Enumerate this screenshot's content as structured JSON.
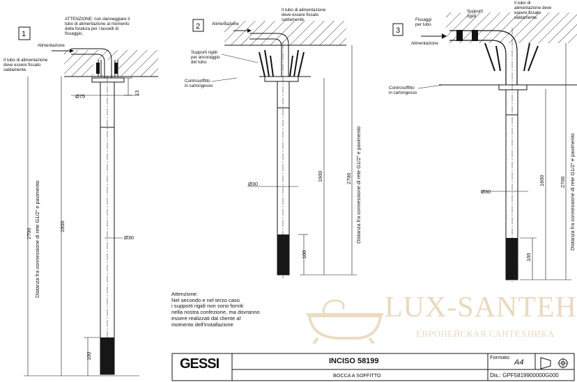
{
  "figures": [
    {
      "number": "1",
      "attention": "ATTENZIONE: non danneggiare il\ntubo di alimentazione al momento\ndella foratura per i tasselli di\nfissaggio.",
      "supply_label": "Alimentazione",
      "supply_note": "Il tubo di alimentazione\ndeve essere fissato\nsaldamente.",
      "dim_flange_dia": "75",
      "dim_flange_h": "13",
      "dim_pipe_dia": "30",
      "dim_length": "1600",
      "dim_total": "2700",
      "dim_bottom": "100",
      "vertical_label": "Distanza fra connessione di rete G1/2\" e pavimento"
    },
    {
      "number": "2",
      "supply_label": "Alimentazione",
      "supply_note": "Il tubo di alimentazione\ndeve essere fissato\nsaldamente.",
      "supports_label": "Supporti rigidi\nper ancoraggio\ndel tubo.",
      "ceiling_label": "Controsoffitto\nin cartongesso",
      "dim_pipe_dia": "30",
      "dim_length": "1600",
      "dim_total": "2700",
      "dim_bottom": "100",
      "vertical_label": "Distanza fra connessione di rete G1/2\" e pavimento"
    },
    {
      "number": "3",
      "fixings_label": "Fissaggi\nper tubo",
      "supports_label": "Supporti\nrigidi",
      "supply_label": "Alimentazione",
      "supply_note": "Il tubo di\nalimentazione deve\nessere fissato\nsaldamente.",
      "ceiling_label": "Controsoffitto\nin cartongesso",
      "dim_pipe_dia": "30",
      "dim_length": "1600",
      "dim_total": "2700",
      "dim_bottom": "100",
      "vertical_label": "Distanza fra connessione di rete G1/2\" e pavimento"
    }
  ],
  "note": "Attenzione:\nNel secondo e nel terzo caso\ni supporti rigidi non sono forniti\nnella nostra confezione, ma dovranno\nessere realizzati dal cliente al\nmomento dell'installazione",
  "watermark": {
    "title": "LUX-SANTEH",
    "subtitle": "ЕВРОПЕЙСКАЯ САНТЕХНИКА"
  },
  "title_block": {
    "brand": "GESSI",
    "product": "INCISO 58199",
    "subtitle": "BOCCA A SOFFITTO",
    "format_label": "Formato",
    "format_value": "A4",
    "dis": "Dis.: GPF5819900000G000"
  },
  "colors": {
    "ink": "#111111",
    "watermark": "#e9d9bf"
  }
}
